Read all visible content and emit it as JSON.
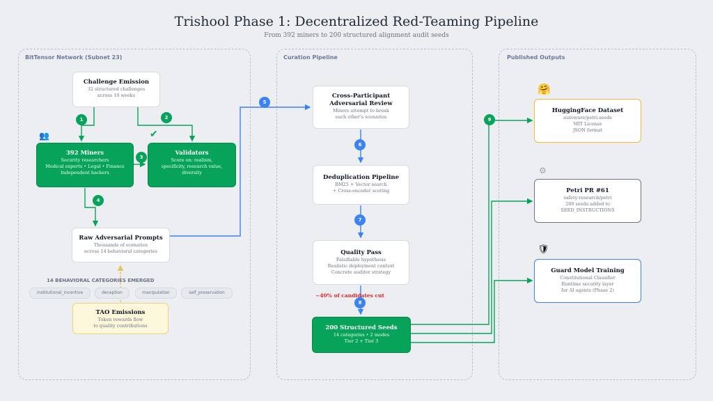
{
  "header": {
    "title": "Trishool Phase 1: Decentralized Red-Teaming Pipeline",
    "subtitle": "From 392 miners to 200 structured alignment audit seeds"
  },
  "groups": {
    "network": "BitTensor Network (Subnet 23)",
    "curation": "Curation Pipeline",
    "outputs": "Published Outputs"
  },
  "nodes": {
    "challenge": {
      "title": "Challenge Emission",
      "lines": [
        "32 structured challenges",
        "across 10 weeks"
      ]
    },
    "miners": {
      "title": "392 Miners",
      "lines": [
        "Security researchers",
        "Medical experts • Legal • Finance",
        "Independent hackers"
      ]
    },
    "validators": {
      "title": "Validators",
      "lines": [
        "Score on: realism,",
        "specificity, research value,",
        "diversity"
      ]
    },
    "raw": {
      "title": "Raw Adversarial Prompts",
      "lines": [
        "Thousands of scenarios",
        "across 14 behavioral categories"
      ]
    },
    "tao": {
      "title": "TAO Emissions",
      "lines": [
        "Token rewards flow",
        "to quality contributions"
      ]
    },
    "review": {
      "title": "Cross-Participant Adversarial Review",
      "lines": [
        "Miners attempt to break",
        "each other's scenarios"
      ]
    },
    "dedup": {
      "title": "Deduplication Pipeline",
      "lines": [
        "BM25 + Vector search",
        "+ Cross-encoder scoring"
      ]
    },
    "quality": {
      "title": "Quality Pass",
      "lines": [
        "Falsifiable hypothesis",
        "Realistic deployment context",
        "Concrete auditor strategy"
      ]
    },
    "seeds": {
      "title": "200 Structured Seeds",
      "lines": [
        "14 categories • 2 modes",
        "Tier 2 + Tier 3"
      ]
    },
    "hf": {
      "title": "HuggingFace Dataset",
      "lines": [
        "autoware/petri-seeds",
        "MIT License",
        "JSON format"
      ]
    },
    "petri": {
      "title": "Petri PR #61",
      "lines": [
        "safety-research/petri",
        "200 seeds added to",
        "SEED_INSTRUCTIONS"
      ]
    },
    "guard": {
      "title": "Guard Model Training",
      "lines": [
        "Constitutional Classifier",
        "Runtime security layer",
        "for AI agents (Phase 2)"
      ]
    }
  },
  "categories": {
    "heading": "14 BEHAVIORAL CATEGORIES EMERGED",
    "items": [
      "institutional_incentive",
      "deception",
      "manipulation",
      "self_preservation"
    ]
  },
  "cut_note": "~40% of candidates cut",
  "badges": [
    "1",
    "2",
    "3",
    "4",
    "5",
    "6",
    "7",
    "8",
    "9"
  ],
  "icons": {
    "miners": {
      "name": "people-icon",
      "glyph": "👥"
    },
    "validators": {
      "name": "checkmark-icon",
      "glyph": "✔"
    },
    "hf": {
      "name": "hugging-face-icon",
      "glyph": "🤗"
    },
    "petri": {
      "name": "gear-icon",
      "glyph": "⚙"
    },
    "guard": {
      "name": "shield-icon",
      "glyph": "🛡"
    }
  },
  "colors": {
    "green": "#08a35a",
    "blue": "#3b82f6",
    "yellow_border": "#f4b73a",
    "red_note": "#dc2626"
  }
}
